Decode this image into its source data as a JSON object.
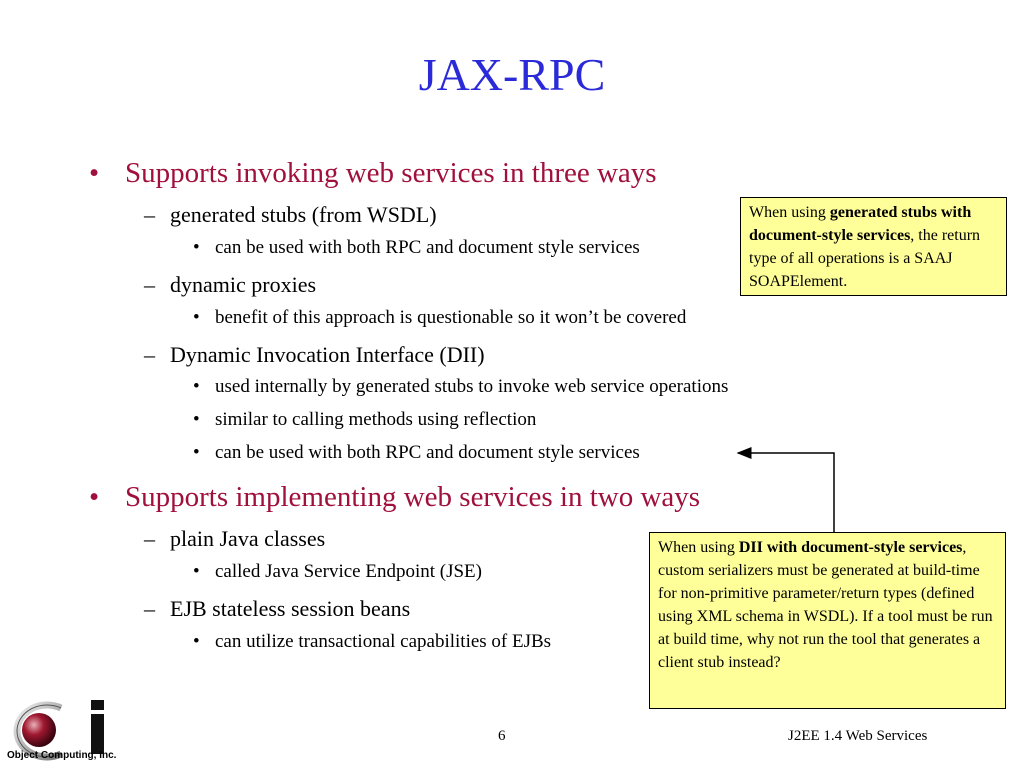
{
  "slide": {
    "title": "JAX-RPC",
    "bullet_marker": "•",
    "dash_marker": "–"
  },
  "outline": [
    {
      "text": "Supports invoking web services in three ways"
    },
    {
      "text": "generated stubs (from WSDL)"
    },
    {
      "text": "can be used with both RPC and document style services"
    },
    {
      "text": "dynamic proxies"
    },
    {
      "text": "benefit of this approach is questionable so it won’t be covered"
    },
    {
      "text": "Dynamic Invocation Interface (DII)"
    },
    {
      "text": "used internally by generated stubs to invoke web service operations"
    },
    {
      "text": "similar to calling methods using reflection"
    },
    {
      "text": "can be used with both RPC and document style services"
    },
    {
      "text": "Supports implementing web services in two ways"
    },
    {
      "text": "plain Java classes"
    },
    {
      "text": "called Java Service Endpoint (JSE)"
    },
    {
      "text": "EJB stateless session beans"
    },
    {
      "text": "can utilize transactional capabilities of EJBs"
    }
  ],
  "note1": {
    "prefix": "When using ",
    "bold": "generated stubs with document-style services",
    "suffix": ", the return type of all operations is a SAAJ SOAPElement."
  },
  "note2": {
    "prefix": "When using ",
    "bold": "DII with document-style services",
    "suffix": ", custom serializers must be generated at build-time for non-primitive parameter/return types (defined using XML schema in WSDL). If a tool must be run at build time, why not run the tool that generates a client stub instead?"
  },
  "footer": {
    "page_number": "6",
    "course_title": "J2EE 1.4 Web Services"
  },
  "logo": {
    "letter": "i",
    "company": "Object Computing, Inc."
  },
  "colors": {
    "title": "#2a2ad8",
    "level1": "#a0103c",
    "note_background": "#ffff99"
  }
}
